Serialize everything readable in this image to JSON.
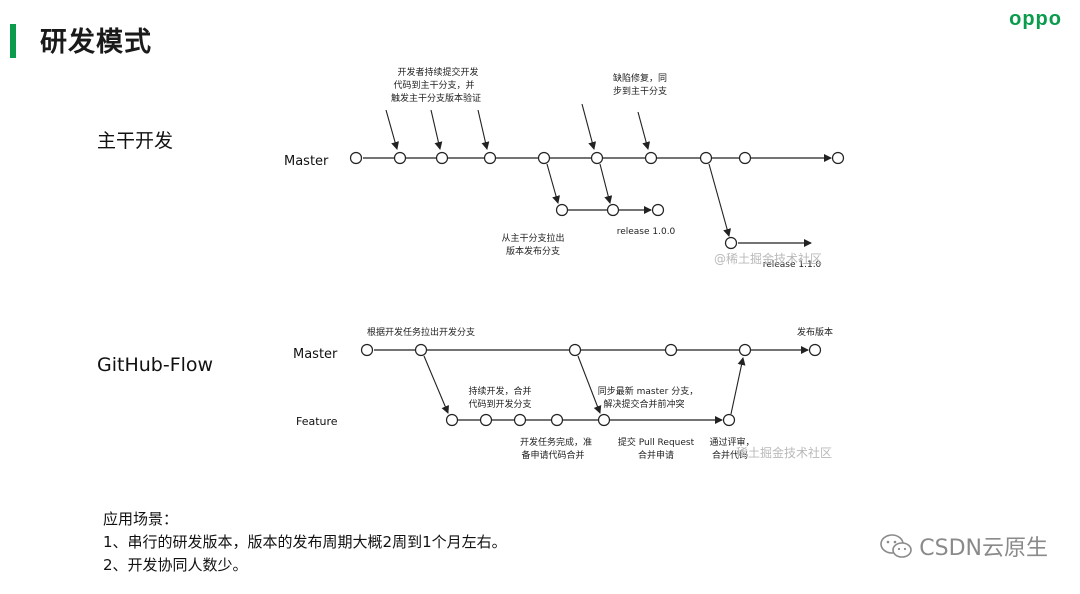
{
  "header": {
    "title": "研发模式",
    "brand": "oppo"
  },
  "sections": {
    "trunk": {
      "label": "主干开发"
    },
    "github": {
      "label": "GitHub-Flow"
    }
  },
  "diagram_trunk": {
    "branches": {
      "master": "Master",
      "release_100": "release 1.0.0",
      "release_110": "release 1.1.0"
    },
    "annotations": {
      "dev_commit_line1": "开发者持续提交开发",
      "dev_commit_line2": "代码到主干分支，并",
      "dev_commit_line3": "触发主干分支版本验证",
      "bugfix_line1": "缺陷修复，同",
      "bugfix_line2": "步到主干分支",
      "pull_release_line1": "从主干分支拉出",
      "pull_release_line2": "版本发布分支"
    },
    "watermark": "@稀土掘金技术社区"
  },
  "diagram_github": {
    "branches": {
      "master": "Master",
      "feature": "Feature"
    },
    "annotations": {
      "pull_feature": "根据开发任务拉出开发分支",
      "release": "发布版本",
      "continuous_line1": "持续开发，合并",
      "continuous_line2": "代码到开发分支",
      "sync_line1": "同步最新 master 分支，",
      "sync_line2": "解决提交合并前冲突",
      "task_done_line1": "开发任务完成，准",
      "task_done_line2": "备申请代码合并",
      "pr_line1": "提交 Pull Request",
      "pr_line2": "合并申请",
      "review_line1": "通过评审，",
      "review_line2": "合并代码"
    },
    "watermark": "稀土掘金技术社区"
  },
  "notes": {
    "heading": "应用场景：",
    "item1": "1、串行的研发版本，版本的发布周期大概2周到1个月左右。",
    "item2": "2、开发协同人数少。"
  },
  "footer": {
    "source": "CSDN云原生",
    "icon": "wechat-icon"
  },
  "colors": {
    "accent": "#0a9b4c",
    "line": "#222222"
  }
}
